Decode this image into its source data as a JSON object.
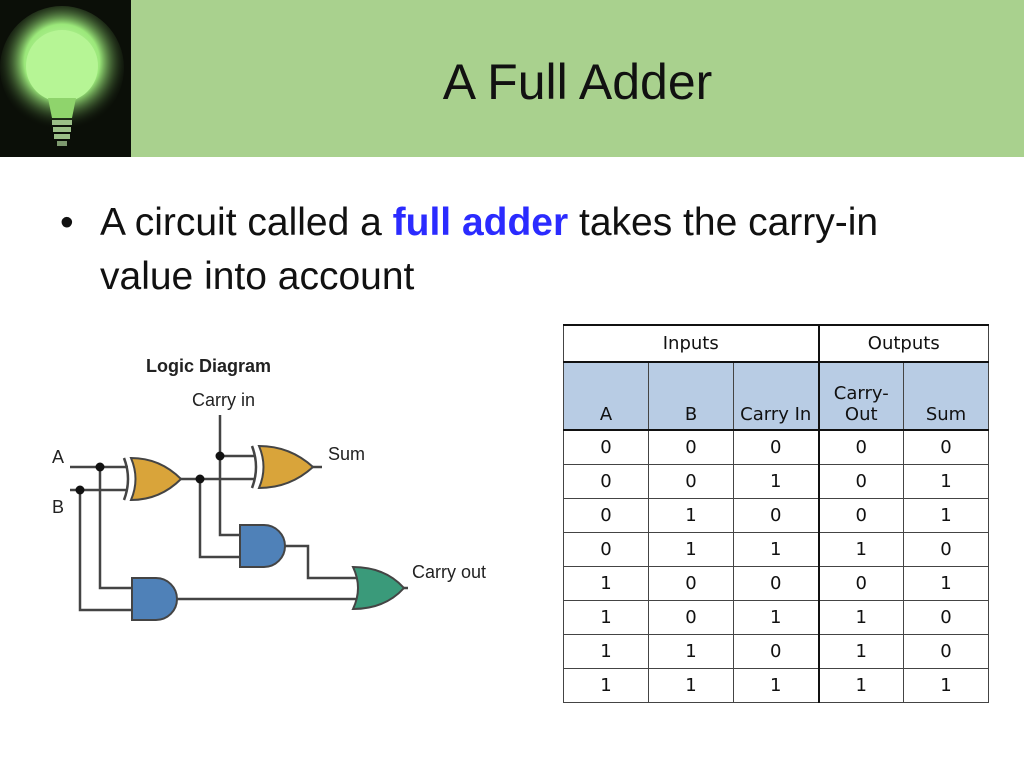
{
  "slide": {
    "title": "A Full Adder",
    "bullet": {
      "before": "A circuit called a ",
      "highlight": "full adder",
      "after": " takes the carry-in value into account"
    },
    "colors": {
      "header_bg": "#a9d18e",
      "highlight": "#2b2bff",
      "table_header_bg": "#b8cce4"
    }
  },
  "diagram": {
    "title": "Logic Diagram",
    "carry_in": "Carry in",
    "input_a": "A",
    "input_b": "B",
    "sum": "Sum",
    "carry_out": "Carry out",
    "colors": {
      "xor": "#d9a43a",
      "and": "#4f81b8",
      "or": "#3a9a7a"
    }
  },
  "table": {
    "groups": [
      "Inputs",
      "Outputs"
    ],
    "headers": [
      "A",
      "B",
      "Carry In",
      "Carry- Out",
      "Sum"
    ],
    "rows": [
      [
        "0",
        "0",
        "0",
        "0",
        "0"
      ],
      [
        "0",
        "0",
        "1",
        "0",
        "1"
      ],
      [
        "0",
        "1",
        "0",
        "0",
        "1"
      ],
      [
        "0",
        "1",
        "1",
        "1",
        "0"
      ],
      [
        "1",
        "0",
        "0",
        "0",
        "1"
      ],
      [
        "1",
        "0",
        "1",
        "1",
        "0"
      ],
      [
        "1",
        "1",
        "0",
        "1",
        "0"
      ],
      [
        "1",
        "1",
        "1",
        "1",
        "1"
      ]
    ]
  }
}
